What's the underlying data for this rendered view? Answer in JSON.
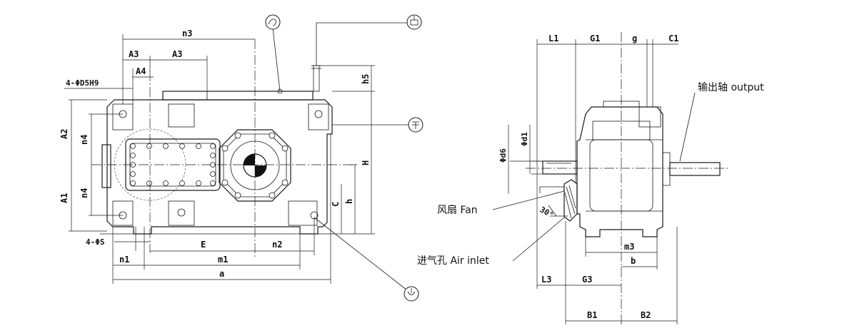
{
  "front_view": {
    "dims": {
      "n3": "n3",
      "a3_left": "A3",
      "a3_right": "A3",
      "a4": "A4",
      "hole_d5": "4-ΦD5H9",
      "a2": "A2",
      "n4_top": "n4",
      "n4_bottom": "n4",
      "a1": "A1",
      "hole_s": "4-ΦS",
      "h5": "h5",
      "H": "H",
      "c": "C",
      "h": "h",
      "e": "E",
      "n2": "n2",
      "n1": "n1",
      "m1": "m1",
      "a": "a"
    }
  },
  "side_view": {
    "dims": {
      "l1": "L1",
      "g1": "G1",
      "g": "g",
      "c1": "C1",
      "d6": "Φd6",
      "d1": "Φd1",
      "angle": "30°",
      "m3": "m3",
      "b": "b",
      "l3": "L3",
      "g3": "G3",
      "b1": "B1",
      "b2": "B2"
    },
    "callouts": {
      "output_shaft": "输出轴  output",
      "fan": "风扇  Fan",
      "air_inlet": "进气孔  Air inlet"
    }
  },
  "symbols": [
    "oil-fill-symbol",
    "breather-symbol",
    "oil-level-symbol",
    "drain-symbol"
  ]
}
